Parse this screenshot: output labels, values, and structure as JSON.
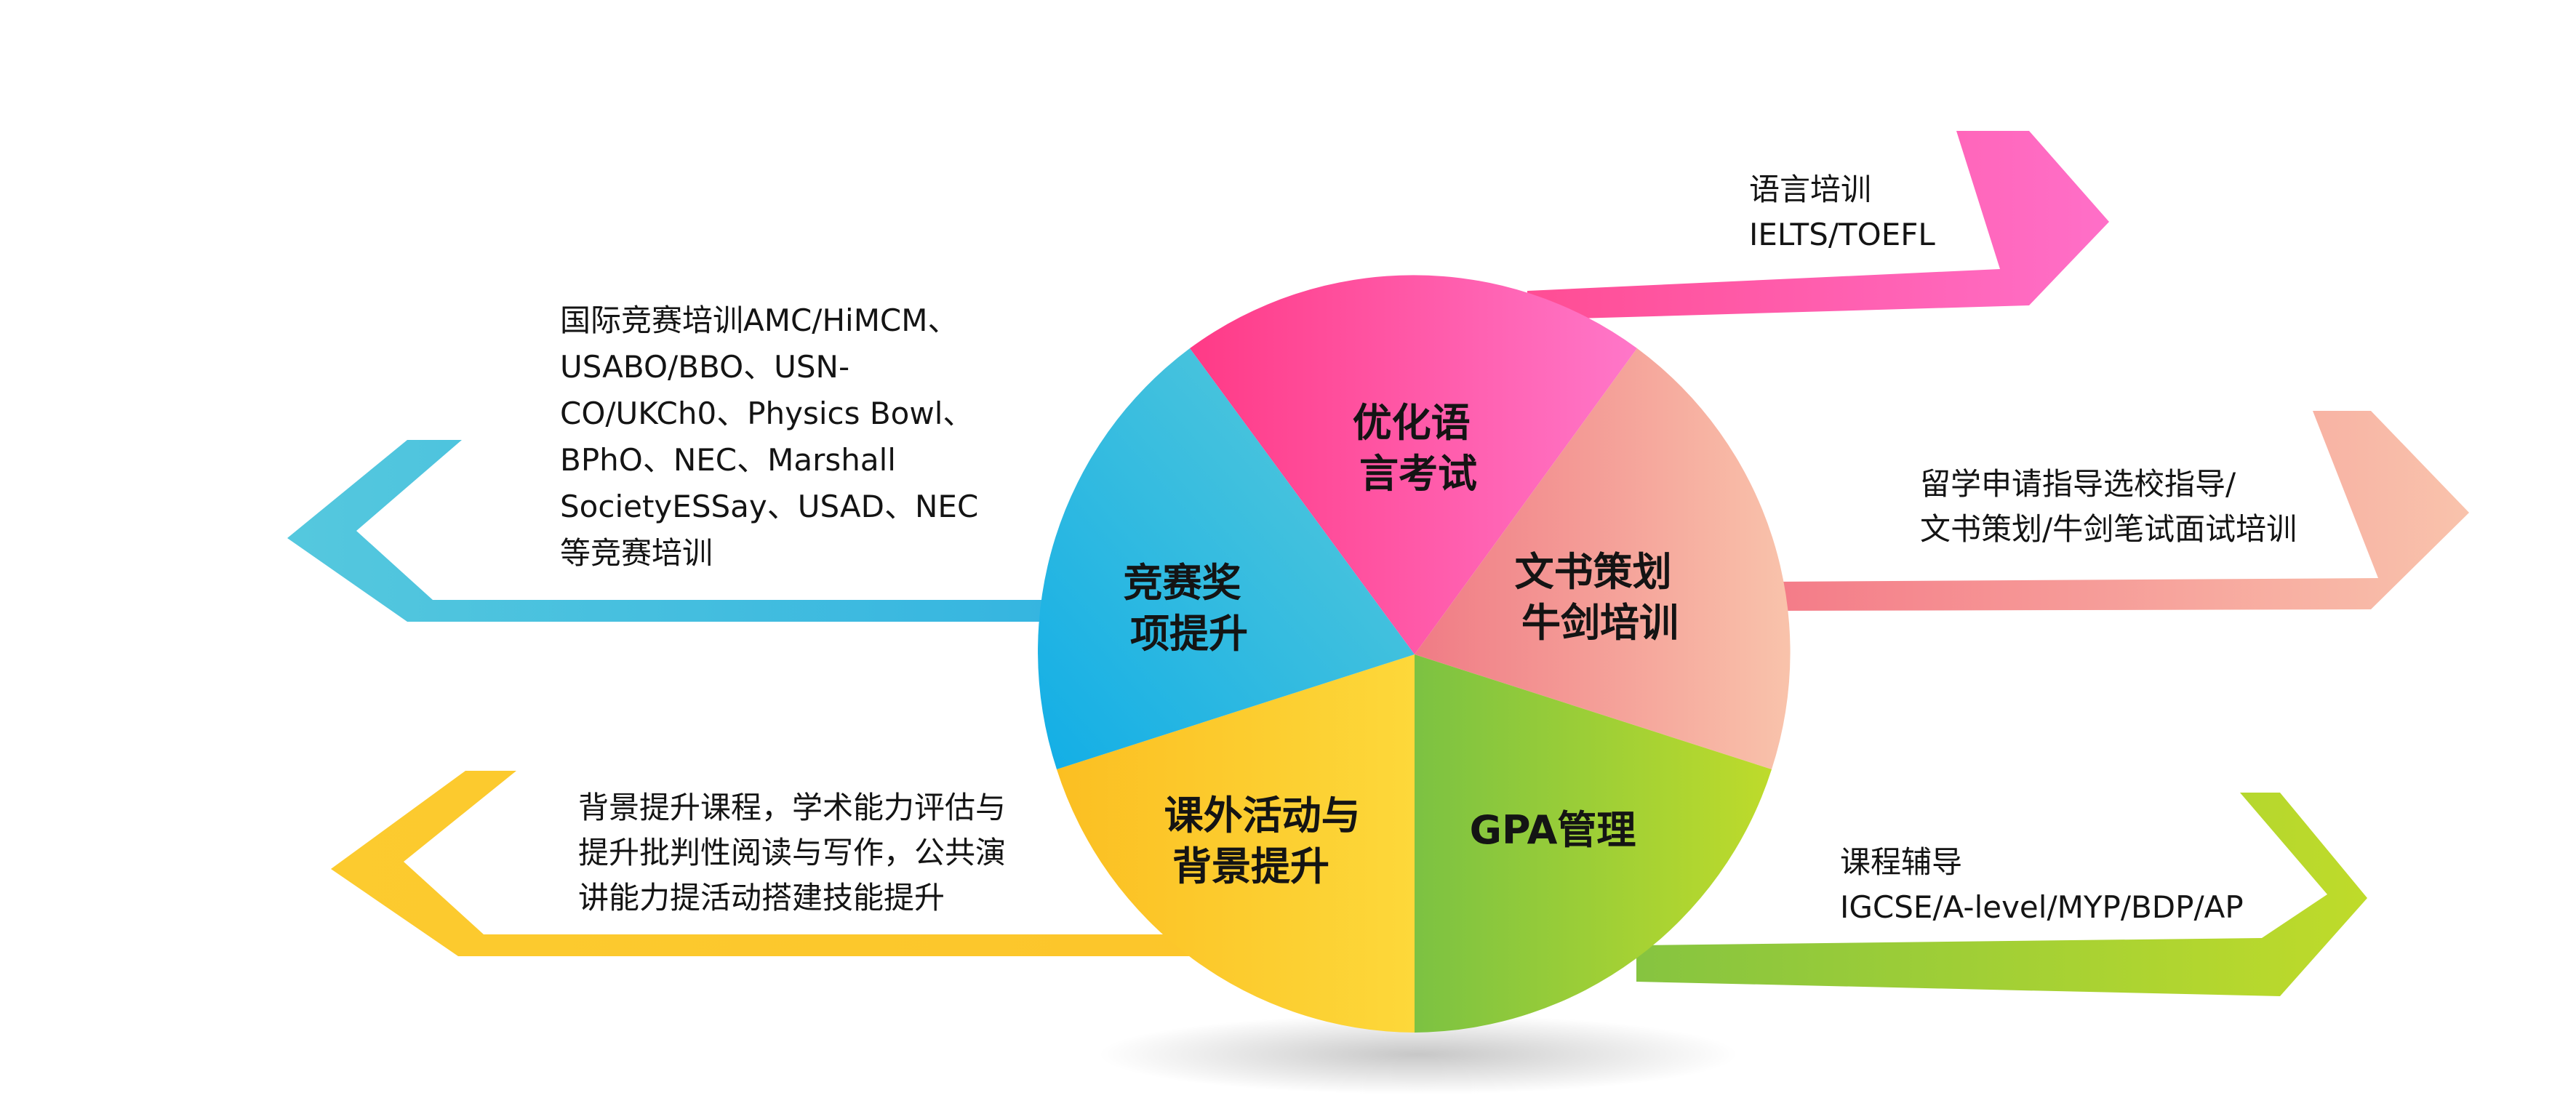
{
  "colors": {
    "blue": "#22b3de",
    "pink": "#ff4fa0",
    "salmon": "#f39a9a",
    "green": "#8ec63f",
    "yellow": "#fcc92a"
  },
  "segments": [
    {
      "id": "language",
      "lines": [
        "优化语",
        "言考试"
      ]
    },
    {
      "id": "essay",
      "lines": [
        "文书策划",
        "牛剑培训"
      ]
    },
    {
      "id": "gpa",
      "lines": [
        "GPA管理"
      ]
    },
    {
      "id": "activities",
      "lines": [
        "课外活动与",
        "背景提升"
      ]
    },
    {
      "id": "competition",
      "lines": [
        "竞赛奖",
        "项提升"
      ]
    }
  ],
  "descriptions": {
    "language": [
      "语言培训",
      "IELTS/TOEFL"
    ],
    "essay": [
      "留学申请指导选校指导/",
      "文书策划/牛剑笔试面试培训"
    ],
    "gpa": [
      "课程辅导",
      "IGCSE/A-level/MYP/BDP/AP"
    ],
    "activities": [
      "背景提升课程，学术能力评估与",
      "提升批判性阅读与写作，公共演",
      "讲能力提活动搭建技能提升"
    ],
    "competition": [
      "国际竞赛培训AMC/HiMCM、",
      "USABO/BBO、USN-",
      "CO/UKCh0、Physics Bowl、",
      "BPhO、NEC、Marshall",
      "SocietyESSay、USAD、NEC",
      "等竞赛培训"
    ]
  }
}
